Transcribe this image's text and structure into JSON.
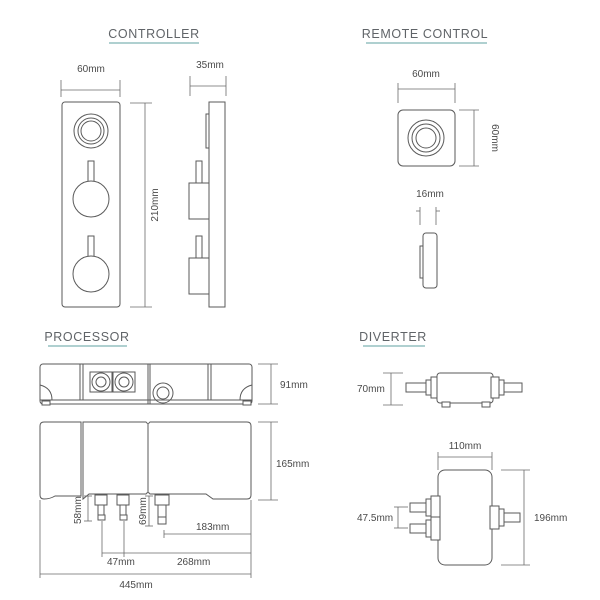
{
  "sections": {
    "controller": {
      "title": "CONTROLLER",
      "width_label": "60mm",
      "depth_label": "35mm",
      "height_label": "210mm"
    },
    "remote_control": {
      "title": "REMOTE CONTROL",
      "width_label": "60mm",
      "height_label": "60mm",
      "depth_label": "16mm"
    },
    "processor": {
      "title": "PROCESSOR",
      "height_label": "91mm",
      "depth_label": "165mm",
      "outlet_left_label": "58mm",
      "outlet_right_label": "69mm",
      "offset_label": "183mm",
      "spacing_label": "47mm",
      "span_label": "268mm",
      "width_label": "445mm"
    },
    "diverter": {
      "title": "DIVERTER",
      "height_label": "70mm",
      "width_label": "110mm",
      "inlet_spacing_label": "47.5mm",
      "length_label": "196mm"
    }
  },
  "colors": {
    "heading_underline": "#7fb3b5",
    "line": "#5a5a5a"
  }
}
